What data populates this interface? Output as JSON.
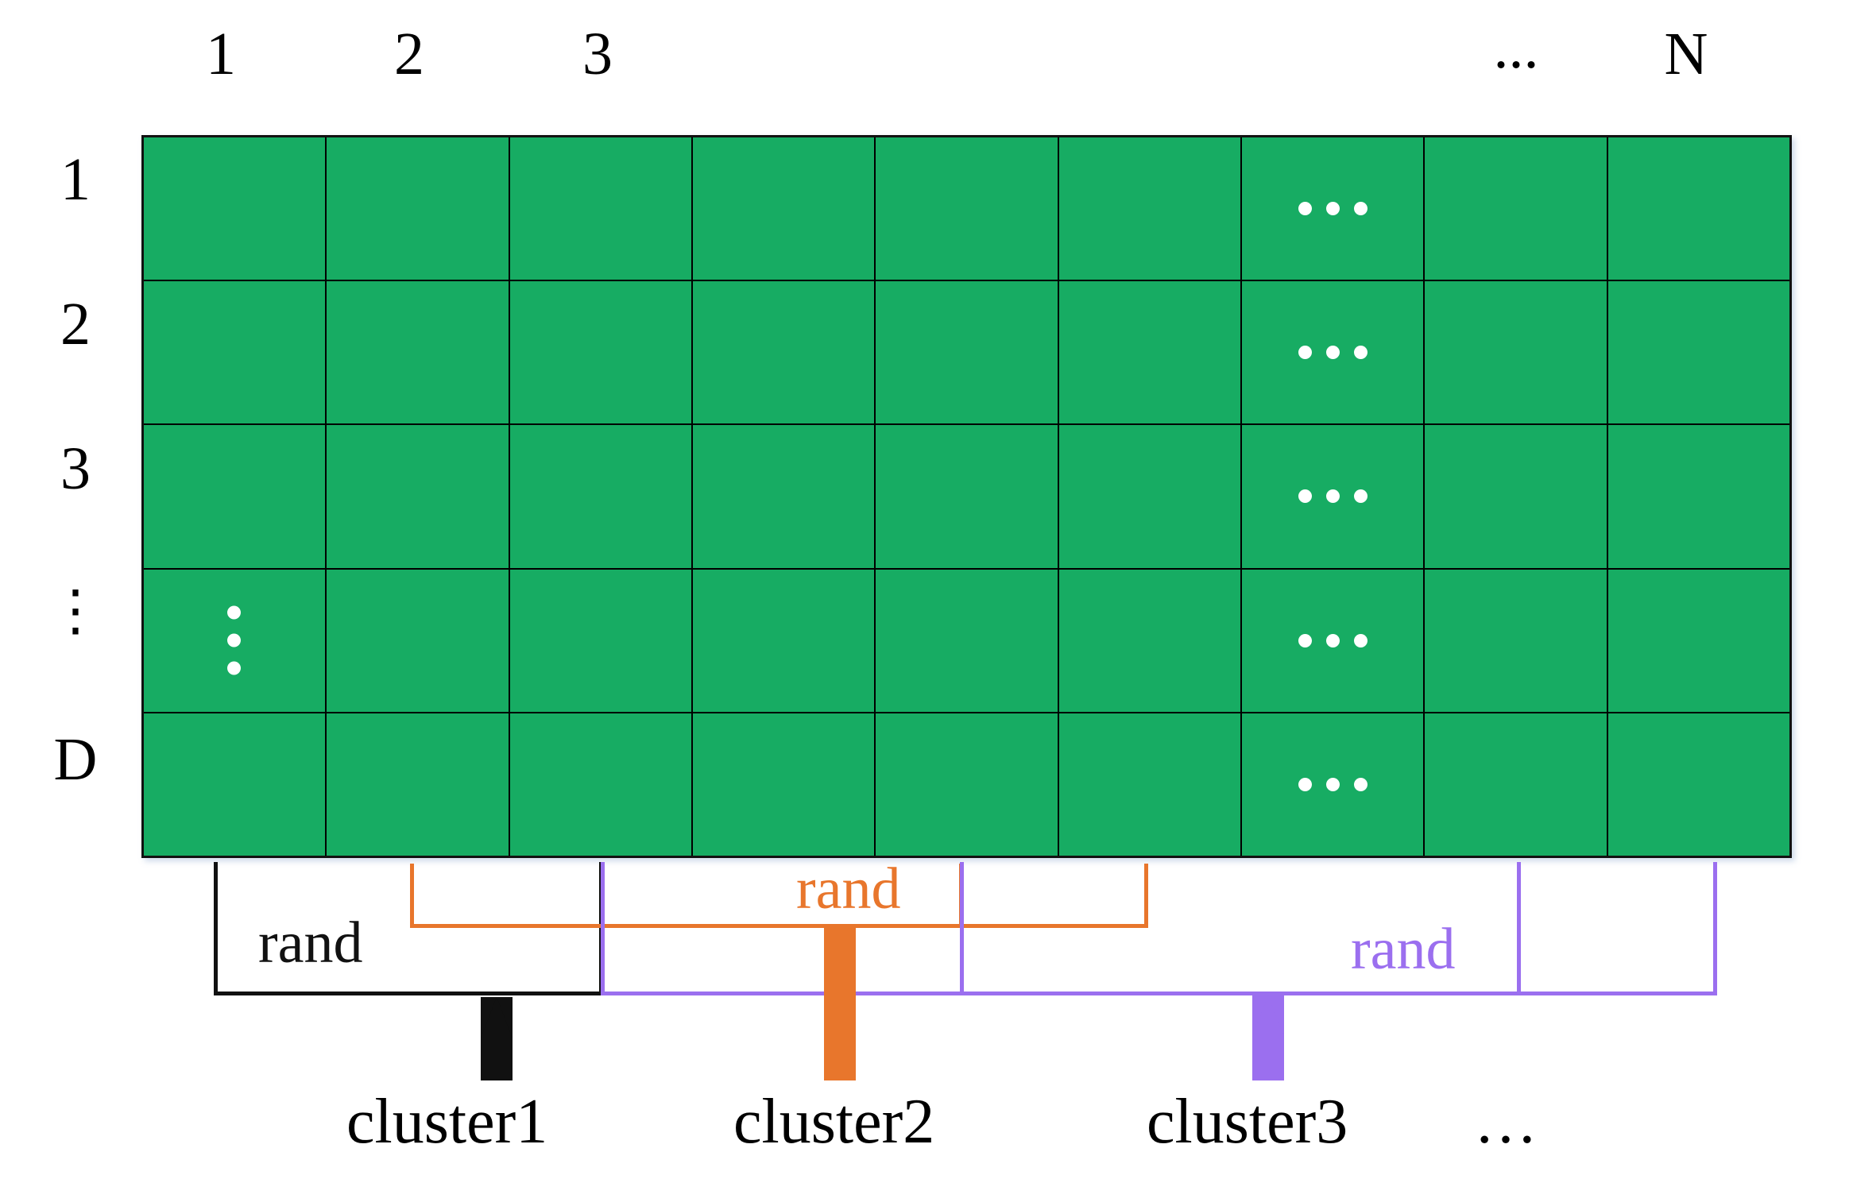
{
  "diagram": {
    "title": "data-matrix-cluster-sampling-diagram",
    "colors": {
      "cell_green": "#17AC63",
      "grid_line": "#111111",
      "cluster1_black": "#111111",
      "cluster2_orange": "#E8762C",
      "cluster3_purple": "#9B6FEF",
      "dot_white": "#FFFFFF",
      "background": "#FFFFFF"
    },
    "column_headers": [
      {
        "label": "1"
      },
      {
        "label": "2"
      },
      {
        "label": "3"
      },
      {
        "label": "..."
      },
      {
        "label": "N"
      }
    ],
    "row_headers": [
      {
        "label": "1"
      },
      {
        "label": "2"
      },
      {
        "label": "3"
      },
      {
        "label": "⋮"
      },
      {
        "label": "D"
      }
    ],
    "matrix": {
      "columns": 9,
      "rows": 5,
      "ellipsis_column_index": 6,
      "row_ellipsis_cell": {
        "row_index": 3,
        "column_index": 0,
        "glyph": "vertical-ellipsis"
      },
      "cell_glyph": "horizontal-ellipsis"
    },
    "brackets": [
      {
        "id": "cluster1",
        "label": "rand",
        "color": "#111111"
      },
      {
        "id": "cluster2",
        "label": "rand",
        "color": "#E8762C"
      },
      {
        "id": "cluster3",
        "label": "rand",
        "color": "#9B6FEF"
      }
    ],
    "cluster_labels": [
      {
        "label": "cluster1"
      },
      {
        "label": "cluster2"
      },
      {
        "label": "cluster3"
      },
      {
        "label": "…"
      }
    ]
  }
}
